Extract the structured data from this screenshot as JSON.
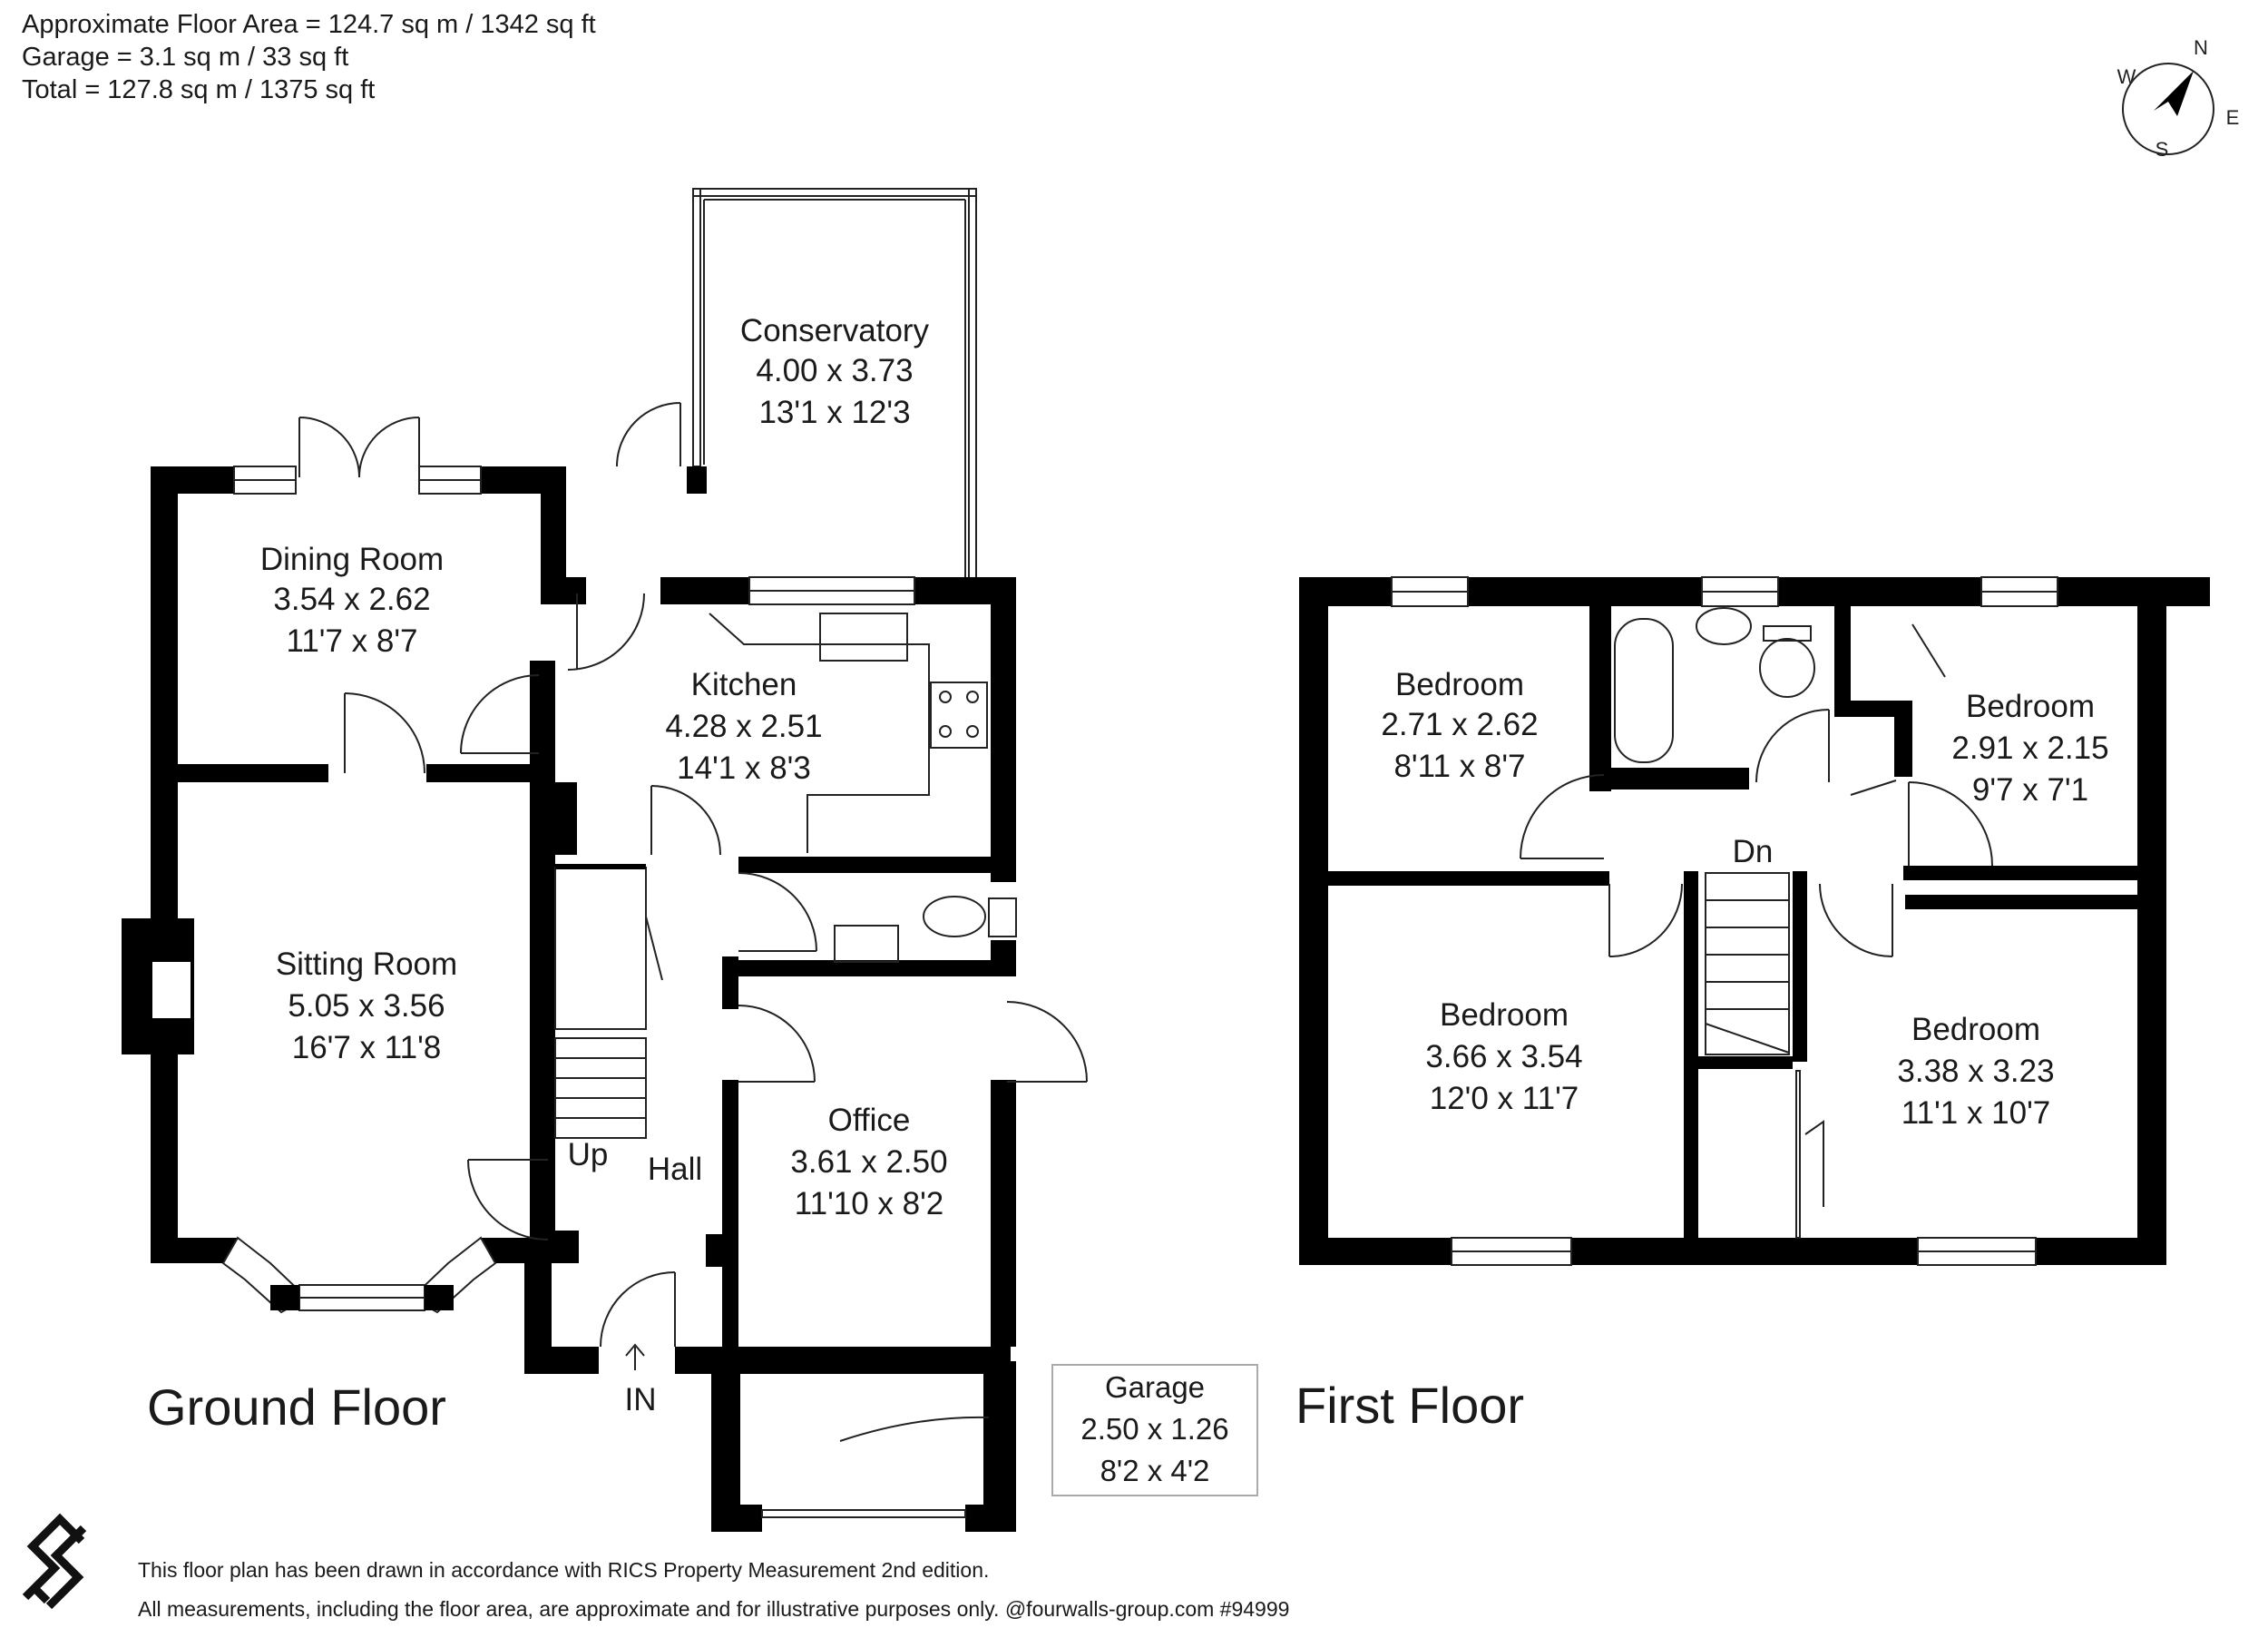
{
  "header": {
    "floor_area": "Approximate Floor Area = 124.7 sq m / 1342 sq ft",
    "garage_area": "Garage = 3.1 sq m / 33 sq ft",
    "total_area": "Total = 127.8 sq m / 1375 sq ft"
  },
  "compass": {
    "north": "N",
    "east": "E",
    "south": "S",
    "west": "W"
  },
  "floors": {
    "ground": "Ground Floor",
    "first": "First Floor"
  },
  "rooms": {
    "conservatory": {
      "name": "Conservatory",
      "metric": "4.00 x 3.73",
      "imperial": "13'1 x 12'3"
    },
    "dining": {
      "name": "Dining Room",
      "metric": "3.54 x 2.62",
      "imperial": "11'7 x 8'7"
    },
    "kitchen": {
      "name": "Kitchen",
      "metric": "4.28 x 2.51",
      "imperial": "14'1 x 8'3"
    },
    "sitting": {
      "name": "Sitting Room",
      "metric": "5.05 x 3.56",
      "imperial": "16'7 x 11'8"
    },
    "office": {
      "name": "Office",
      "metric": "3.61 x 2.50",
      "imperial": "11'10 x 8'2"
    },
    "garage": {
      "name": "Garage",
      "metric": "2.50 x 1.26",
      "imperial": "8'2 x 4'2"
    },
    "bed1": {
      "name": "Bedroom",
      "metric": "2.71 x 2.62",
      "imperial": "8'11 x 8'7"
    },
    "bed2": {
      "name": "Bedroom",
      "metric": "2.91 x 2.15",
      "imperial": "9'7 x 7'1"
    },
    "bed3": {
      "name": "Bedroom",
      "metric": "3.66 x 3.54",
      "imperial": "12'0 x 11'7"
    },
    "bed4": {
      "name": "Bedroom",
      "metric": "3.38 x 3.23",
      "imperial": "11'1 x 10'7"
    }
  },
  "labels": {
    "hall": "Hall",
    "up": "Up",
    "down": "Dn",
    "entrance": "IN"
  },
  "footer": {
    "line1": "This floor plan has been drawn in accordance with RICS Property Measurement 2nd edition.",
    "line2": "All measurements, including the floor area, are approximate and for illustrative purposes only. @fourwalls-group.com #94999"
  }
}
